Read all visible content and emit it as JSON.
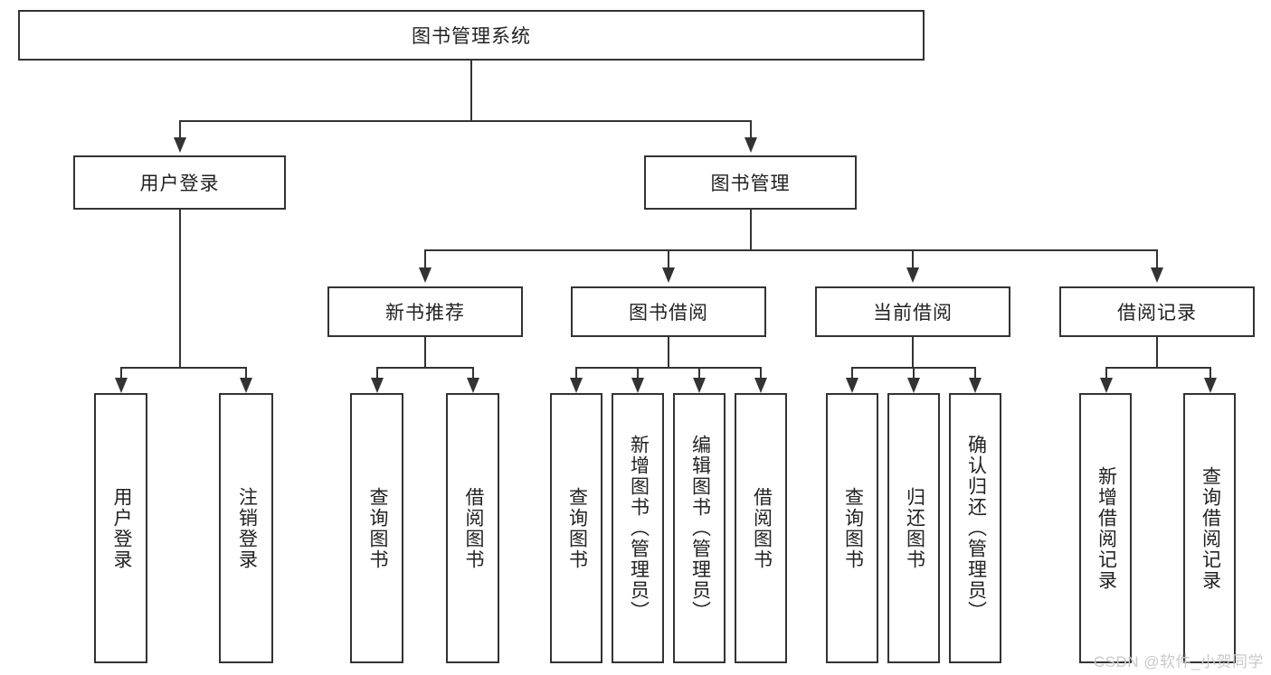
{
  "diagram": {
    "title": "图书管理系统",
    "root": {
      "label": "图书管理系统"
    },
    "level1": [
      {
        "label": "用户登录"
      },
      {
        "label": "图书管理"
      }
    ],
    "level2": [
      {
        "label": "新书推荐"
      },
      {
        "label": "图书借阅"
      },
      {
        "label": "当前借阅"
      },
      {
        "label": "借阅记录"
      }
    ],
    "leaves": {
      "user_login": [
        {
          "label": "用户登录"
        },
        {
          "label": "注销登录"
        }
      ],
      "new_book_rec": [
        {
          "label": "查询图书"
        },
        {
          "label": "借阅图书"
        }
      ],
      "book_borrow": [
        {
          "label": "查询图书"
        },
        {
          "label": "新增图书（管理员）"
        },
        {
          "label": "编辑图书（管理员）"
        },
        {
          "label": "借阅图书"
        }
      ],
      "current_borrow": [
        {
          "label": "查询图书"
        },
        {
          "label": "归还图书"
        },
        {
          "label": "确认归还（管理员）"
        }
      ],
      "borrow_record": [
        {
          "label": "新增借阅记录"
        },
        {
          "label": "查询借阅记录"
        }
      ]
    }
  },
  "watermark": {
    "text": "CSDN @软件_小贺同学"
  },
  "colors": {
    "border": "#333333",
    "text": "#222222",
    "background": "#ffffff",
    "watermark": "#c9c9c9"
  }
}
